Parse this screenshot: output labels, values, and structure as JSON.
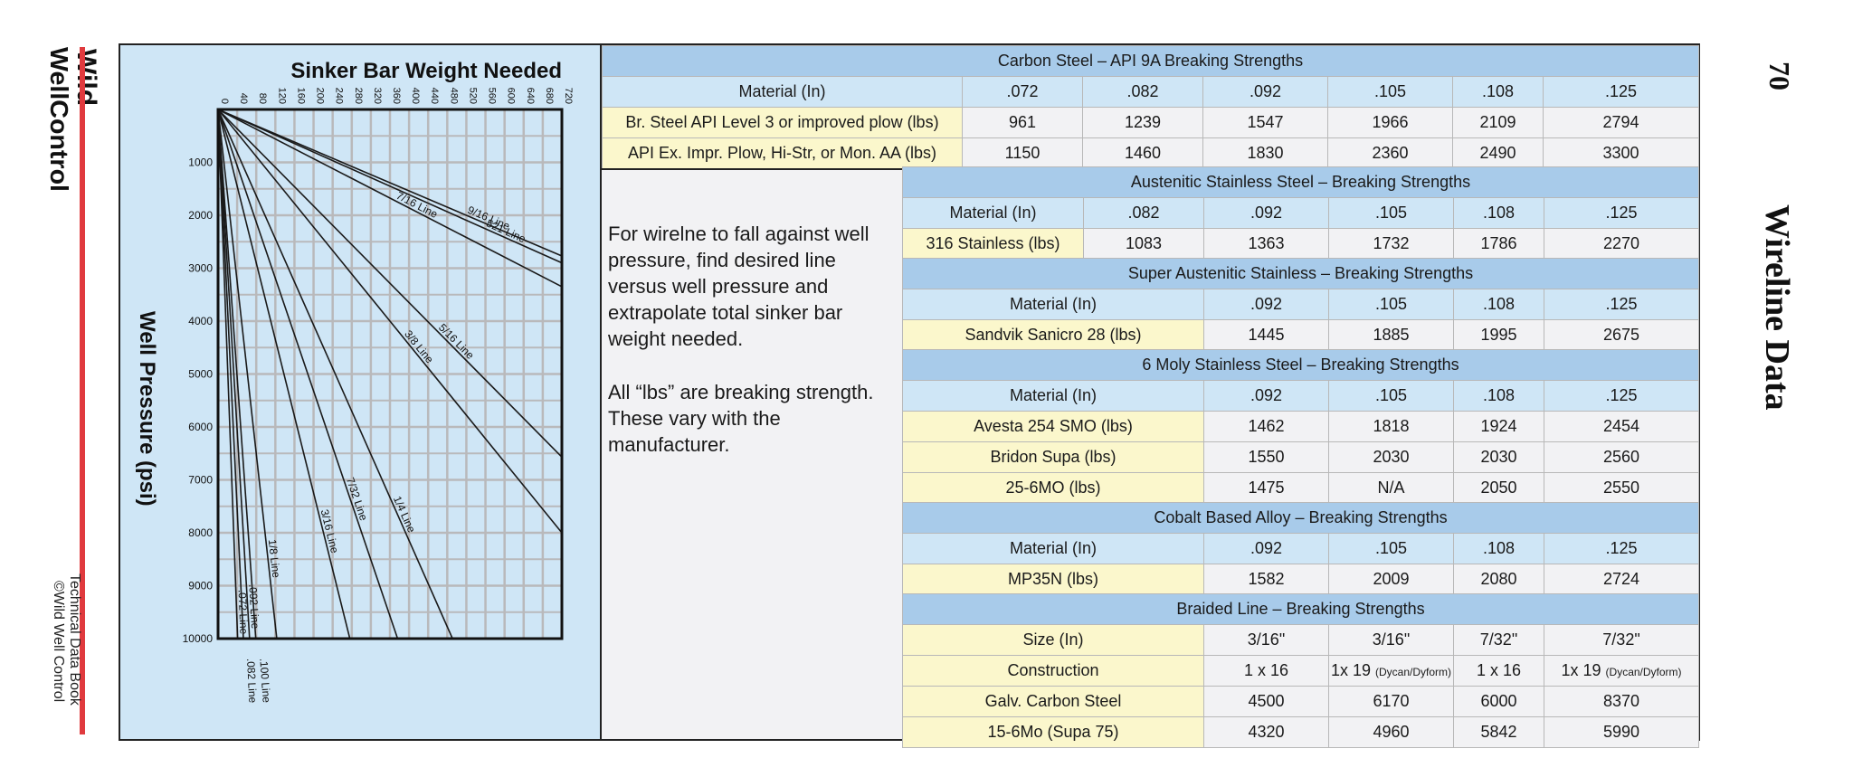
{
  "branding": {
    "logo_top": "Wild",
    "logo_bottom": "WellControl",
    "book_line1": "Technical Data Book",
    "book_line2": "©Wild Well Control"
  },
  "page": {
    "number": "70",
    "section_title": "Wireline Data"
  },
  "colors": {
    "red_bar": "#e03a3e",
    "panel_blue": "#cfe6f6",
    "title_blue": "#a8cbea",
    "label_yellow": "#fbf7cc"
  },
  "chart_data": {
    "type": "line",
    "title": "Sinker Bar Weight Needed",
    "ylabel": "Well Pressure (psi)",
    "xlabel": "",
    "x_ticks": [
      0,
      40,
      80,
      120,
      160,
      200,
      240,
      280,
      320,
      360,
      400,
      440,
      480,
      520,
      560,
      600,
      640,
      680,
      720
    ],
    "y_ticks": [
      1000,
      2000,
      3000,
      4000,
      5000,
      6000,
      7000,
      8000,
      9000,
      10000
    ],
    "xlim": [
      0,
      720
    ],
    "ylim": [
      0,
      10000
    ],
    "grid": true,
    "series": [
      {
        "name": ".072 Line",
        "points": [
          [
            0,
            0
          ],
          [
            41,
            10000
          ]
        ]
      },
      {
        "name": ".082 Line",
        "points": [
          [
            0,
            0
          ],
          [
            53,
            10000
          ]
        ]
      },
      {
        "name": ".092 Line",
        "points": [
          [
            0,
            0
          ],
          [
            66,
            10000
          ]
        ]
      },
      {
        "name": ".100 Line",
        "points": [
          [
            0,
            0
          ],
          [
            79,
            10000
          ]
        ]
      },
      {
        "name": "1/8 Line",
        "points": [
          [
            0,
            0
          ],
          [
            123,
            10000
          ]
        ]
      },
      {
        "name": "3/16 Line",
        "points": [
          [
            0,
            0
          ],
          [
            276,
            10000
          ]
        ]
      },
      {
        "name": "7/32 Line",
        "points": [
          [
            0,
            0
          ],
          [
            376,
            10000
          ]
        ]
      },
      {
        "name": "1/4 Line",
        "points": [
          [
            0,
            0
          ],
          [
            491,
            10000
          ]
        ]
      },
      {
        "name": "5/16 Line",
        "points": [
          [
            0,
            0
          ],
          [
            720,
            6570
          ]
        ]
      },
      {
        "name": "3/8 Line",
        "points": [
          [
            0,
            0
          ],
          [
            720,
            8000
          ]
        ]
      },
      {
        "name": "7/16 Line",
        "points": [
          [
            0,
            0
          ],
          [
            720,
            3350
          ]
        ]
      },
      {
        "name": "521 Line",
        "points": [
          [
            0,
            0
          ],
          [
            720,
            2900
          ]
        ]
      },
      {
        "name": "9/16 Line",
        "points": [
          [
            0,
            0
          ],
          [
            720,
            2770
          ]
        ]
      }
    ]
  },
  "note": {
    "para1": "For wirelne to fall against well pressure, find desired line versus well pressure and extrapolate total sinker bar weight needed.",
    "para2": "All “lbs” are breaking strength.  These vary with the manufacturer."
  },
  "carbon": {
    "title": "Carbon Steel – API 9A Breaking Strengths",
    "headers": [
      "Material (In)",
      ".072",
      ".082",
      ".092",
      ".105",
      ".108",
      ".125"
    ],
    "rows": [
      [
        "Br. Steel API Level 3 or improved plow (lbs)",
        "961",
        "1239",
        "1547",
        "1966",
        "2109",
        "2794"
      ],
      [
        "API Ex. Impr. Plow, Hi-Str, or Mon. AA (lbs)",
        "1150",
        "1460",
        "1830",
        "2360",
        "2490",
        "3300"
      ]
    ]
  },
  "austenitic": {
    "title": "Austenitic Stainless Steel – Breaking Strengths",
    "headers": [
      "Material (In)",
      ".082",
      ".092",
      ".105",
      ".108",
      ".125"
    ],
    "rows": [
      [
        "316 Stainless (lbs)",
        "1083",
        "1363",
        "1732",
        "1786",
        "2270"
      ]
    ]
  },
  "super": {
    "title": "Super Austenitic Stainless – Breaking Strengths",
    "headers": [
      "Material (In)",
      ".092",
      ".105",
      ".108",
      ".125"
    ],
    "rows": [
      [
        "Sandvik Sanicro 28 (lbs)",
        "1445",
        "1885",
        "1995",
        "2675"
      ]
    ]
  },
  "moly": {
    "title": "6 Moly Stainless Steel – Breaking Strengths",
    "headers": [
      "Material (In)",
      ".092",
      ".105",
      ".108",
      ".125"
    ],
    "rows": [
      [
        "Avesta 254 SMO (lbs)",
        "1462",
        "1818",
        "1924",
        "2454"
      ],
      [
        "Bridon Supa (lbs)",
        "1550",
        "2030",
        "2030",
        "2560"
      ],
      [
        "25-6MO (lbs)",
        "1475",
        "N/A",
        "2050",
        "2550"
      ]
    ]
  },
  "cobalt": {
    "title": "Cobalt Based Alloy – Breaking Strengths",
    "headers": [
      "Material (In)",
      ".092",
      ".105",
      ".108",
      ".125"
    ],
    "rows": [
      [
        "MP35N (lbs)",
        "1582",
        "2009",
        "2080",
        "2724"
      ]
    ]
  },
  "braided": {
    "title": "Braided Line – Breaking Strengths",
    "rows": [
      [
        "Size (In)",
        "3/16\"",
        "3/16\"",
        "7/32\"",
        "7/32\""
      ],
      [
        "Construction",
        "1 x 16",
        "1x 19",
        "1 x 16",
        "1x 19"
      ],
      [
        "Galv.  Carbon Steel",
        "4500",
        "6170",
        "6000",
        "8370"
      ],
      [
        "15-6Mo (Supa 75)",
        "4320",
        "4960",
        "5842",
        "5990"
      ]
    ],
    "construction_note": "(Dycan/Dyform)"
  }
}
